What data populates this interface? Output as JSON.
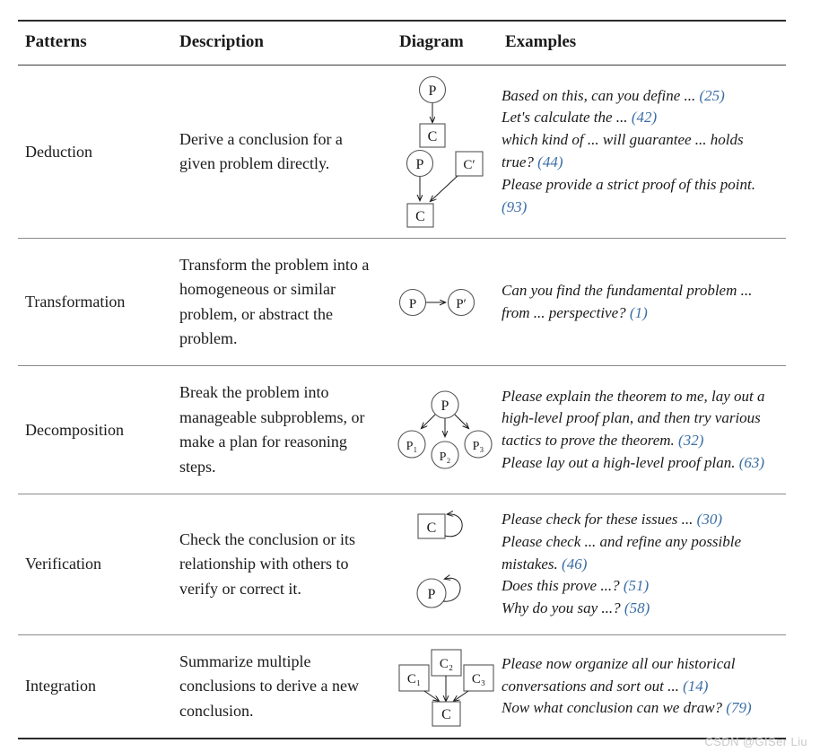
{
  "table": {
    "headers": {
      "patterns": "Patterns",
      "description": "Description",
      "diagram": "Diagram",
      "examples": "Examples"
    },
    "rows": [
      {
        "pattern": "Deduction",
        "description": "Derive a conclusion for a given problem directly.",
        "diagram_name": "deduction-diagram",
        "diagram_nodes": [
          "P",
          "C",
          "P",
          "C'",
          "C"
        ],
        "examples": [
          {
            "text": "Based on this, can you define ...",
            "cite": "25"
          },
          {
            "text": "Let's calculate the ...",
            "cite": "42"
          },
          {
            "text": "which kind of ... will guarantee ... holds true?",
            "cite": "44"
          },
          {
            "text": "Please provide a strict proof of this point.",
            "cite": "93"
          }
        ]
      },
      {
        "pattern": "Transformation",
        "description": "Transform the problem into a homogeneous or similar problem, or abstract the problem.",
        "diagram_name": "transformation-diagram",
        "diagram_nodes": [
          "P",
          "P'"
        ],
        "examples": [
          {
            "text": "Can you find the fundamental problem ... from ... perspective?",
            "cite": "1"
          }
        ]
      },
      {
        "pattern": "Decomposition",
        "description": "Break the problem into manageable subproblems, or make a plan for reasoning steps.",
        "diagram_name": "decomposition-diagram",
        "diagram_nodes": [
          "P",
          "P1",
          "P2",
          "P3"
        ],
        "examples": [
          {
            "text": "Please explain the theorem to me, lay out a high-level proof plan, and then try various tactics to prove the theorem.",
            "cite": "32"
          },
          {
            "text": "Please lay out a high-level proof plan.",
            "cite": "63"
          }
        ]
      },
      {
        "pattern": "Verification",
        "description": "Check the conclusion or its relationship with others to verify or correct it.",
        "diagram_name": "verification-diagram",
        "diagram_nodes": [
          "C",
          "P"
        ],
        "examples": [
          {
            "text": "Please check for these issues ...",
            "cite": "30"
          },
          {
            "text": "Please check ... and refine any possible mistakes.",
            "cite": "46"
          },
          {
            "text": "Does this prove ...?",
            "cite": "51"
          },
          {
            "text": "Why do you say ...?",
            "cite": "58"
          }
        ]
      },
      {
        "pattern": "Integration",
        "description": "Summarize multiple conclusions to derive a new conclusion.",
        "diagram_name": "integration-diagram",
        "diagram_nodes": [
          "C1",
          "C2",
          "C3",
          "C"
        ],
        "examples": [
          {
            "text": "Please now organize all our historical conversations and sort out ...",
            "cite": "14"
          },
          {
            "text": "Now what conclusion can we draw?",
            "cite": "79"
          }
        ]
      }
    ]
  },
  "watermark": "CSDN @GISer Liu",
  "colors": {
    "citation": "#3a6ea5",
    "text": "#1a1a1a",
    "rule_heavy": "#2b2b2b",
    "rule_light": "#8a8a8a",
    "watermark": "#c9c9c9"
  }
}
